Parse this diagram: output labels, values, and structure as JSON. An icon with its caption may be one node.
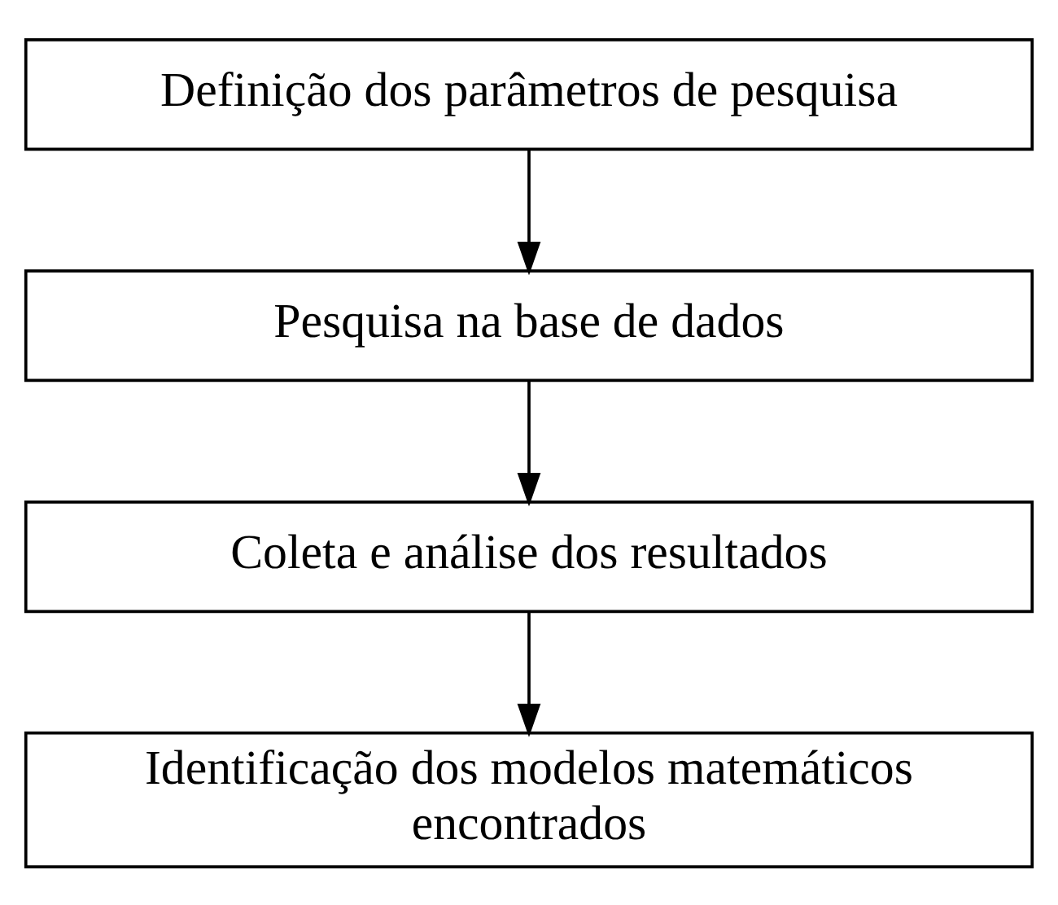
{
  "diagram": {
    "nodes": [
      {
        "text": [
          "Definição dos parâmetros de pesquisa"
        ]
      },
      {
        "text": [
          "Pesquisa na base de dados"
        ]
      },
      {
        "text": [
          "Coleta e análise dos resultados"
        ]
      },
      {
        "text": [
          "Identificação dos modelos matemáticos encontrados"
        ]
      }
    ],
    "edges": [
      {
        "from": 0,
        "to": 1,
        "arrow": "to"
      },
      {
        "from": 1,
        "to": 2,
        "arrow": "to"
      },
      {
        "from": 2,
        "to": 3,
        "arrow": "to"
      }
    ]
  }
}
